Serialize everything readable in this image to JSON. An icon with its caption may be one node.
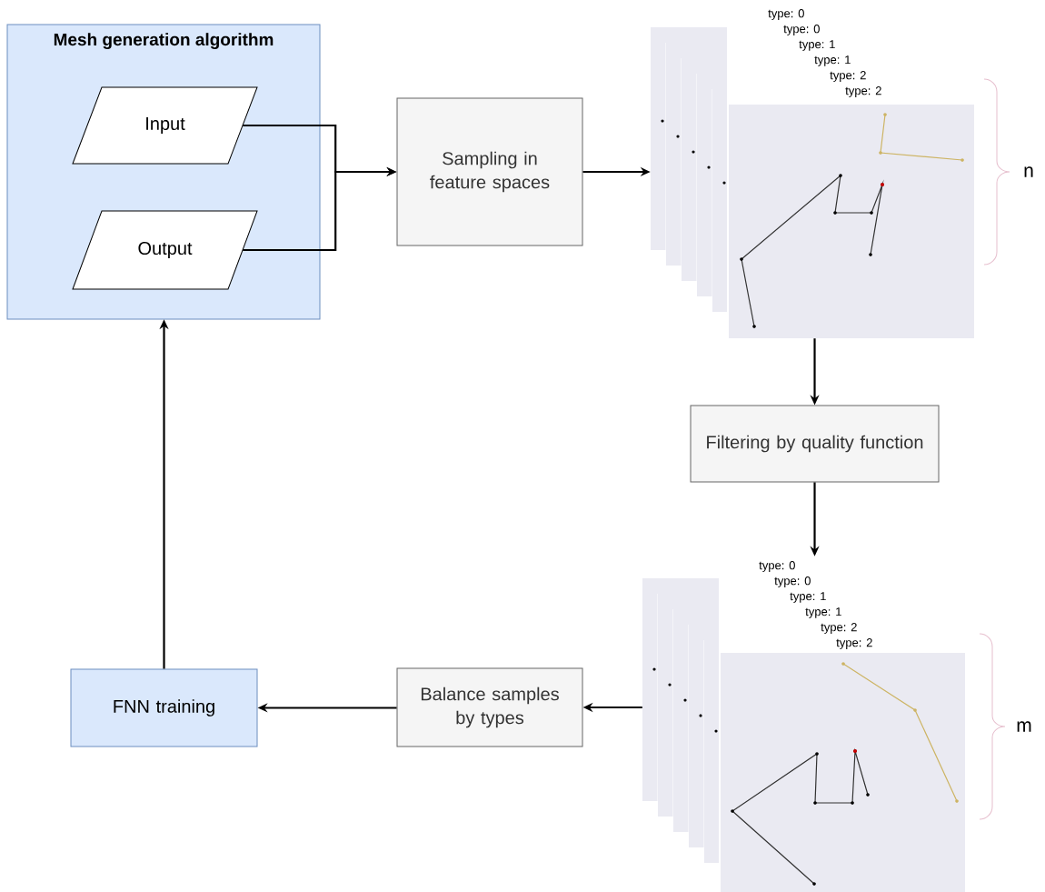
{
  "diagram": {
    "nodes": [
      {
        "text": [
          "Mesh generation algorithm"
        ]
      },
      {
        "text": [
          "Input"
        ],
        "in": 0
      },
      {
        "text": [
          "Output"
        ],
        "in": 0
      },
      {
        "text": [
          "Sampling in feature spaces"
        ]
      },
      {
        "text": [],
        "shape": "picture",
        "beside": [
          "type: 0",
          "type: 0",
          "type: 1",
          "type: 1",
          "type: 2",
          "type: 2",
          "n"
        ]
      },
      {
        "text": [
          "Filtering by quality function"
        ]
      },
      {
        "text": [],
        "shape": "picture",
        "beside": [
          "type: 0",
          "type: 0",
          "type: 1",
          "type: 1",
          "type: 2",
          "type: 2",
          "m"
        ]
      },
      {
        "text": [
          "Balance samples by types"
        ]
      },
      {
        "text": [
          "FNN training"
        ]
      }
    ],
    "edges": [
      {
        "from": 1,
        "to": 3,
        "arrow": "to"
      },
      {
        "from": 2,
        "to": 3,
        "arrow": "to"
      },
      {
        "from": 3,
        "to": 4,
        "arrow": "to"
      },
      {
        "from": 4,
        "to": 5,
        "arrow": "to"
      },
      {
        "from": 5,
        "to": 6,
        "arrow": "to"
      },
      {
        "from": 6,
        "to": 7,
        "arrow": "to"
      },
      {
        "from": 7,
        "to": 8,
        "arrow": "to"
      },
      {
        "from": 8,
        "to": 0,
        "arrow": "to"
      }
    ]
  }
}
